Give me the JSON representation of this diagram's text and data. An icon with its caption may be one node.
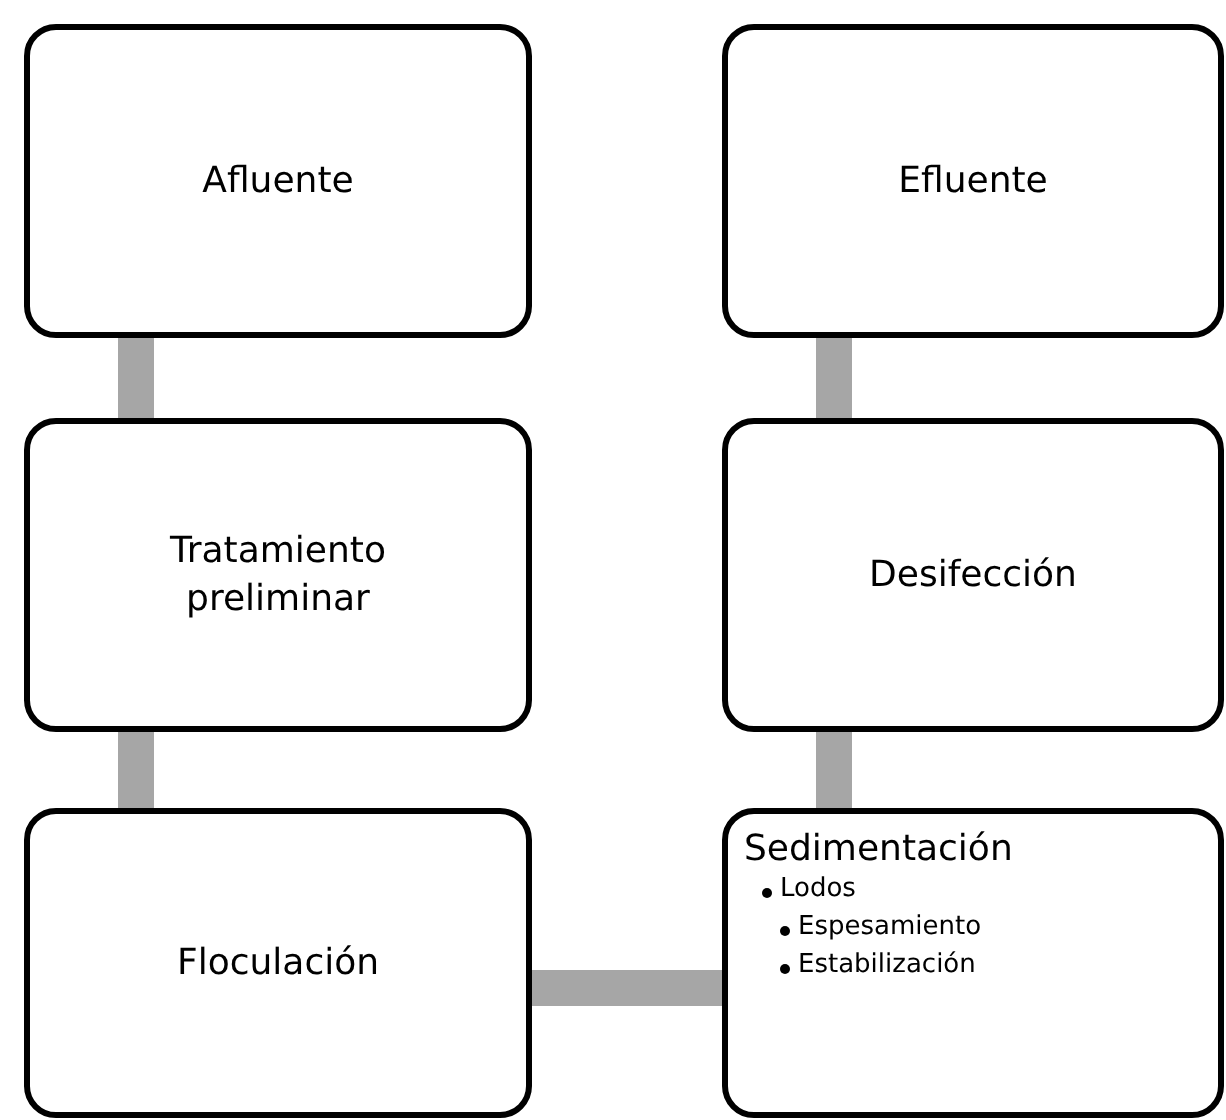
{
  "diagram": {
    "nodes": [
      {
        "text": [
          "Afluente"
        ]
      },
      {
        "text": [
          "Efluente"
        ]
      },
      {
        "text": [
          "Tratamiento preliminar"
        ]
      },
      {
        "text": [
          "Desifección"
        ]
      },
      {
        "text": [
          "Floculación"
        ]
      },
      {
        "text": [
          "Sedimentación",
          "Lodos",
          "Espesamiento",
          "Estabilización"
        ]
      }
    ],
    "edges": [
      {
        "from": 0,
        "to": 2,
        "arrow": "none"
      },
      {
        "from": 2,
        "to": 4,
        "arrow": "none"
      },
      {
        "from": 4,
        "to": 5,
        "arrow": "none"
      },
      {
        "from": 5,
        "to": 3,
        "arrow": "none"
      },
      {
        "from": 3,
        "to": 1,
        "arrow": "none"
      }
    ]
  }
}
